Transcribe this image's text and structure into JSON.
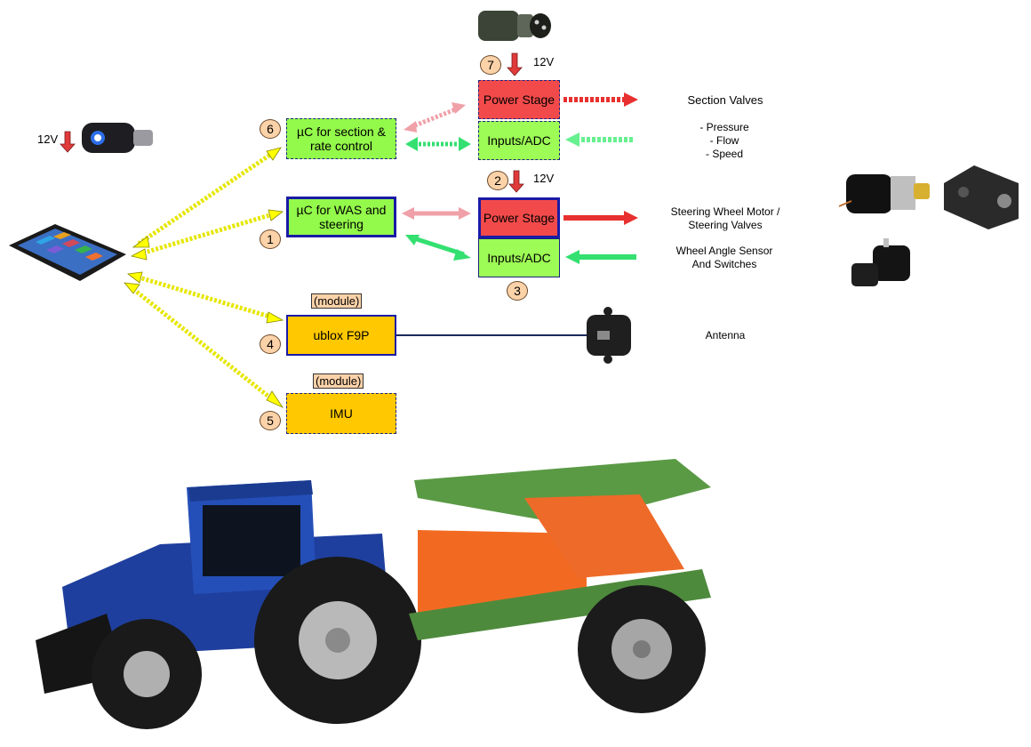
{
  "boxes": {
    "uc_section": "µC for section & rate control",
    "uc_was": "µC for WAS and steering",
    "power_stage_top": "Power Stage",
    "inputs_adc_top": "Inputs/ADC",
    "power_stage_mid": "Power Stage",
    "inputs_adc_mid": "Inputs/ADC",
    "ublox": "ublox F9P",
    "imu": "IMU"
  },
  "badges": {
    "b1": "1",
    "b2": "2",
    "b3": "3",
    "b4": "4",
    "b5": "5",
    "b6": "6",
    "b7": "7"
  },
  "voltages": {
    "v_left": "12V",
    "v_top": "12V",
    "v_mid": "12V"
  },
  "module_tags": {
    "ublox_tag": "(module)",
    "imu_tag": "(module)"
  },
  "outputs": {
    "section_valves": "Section Valves",
    "pressure": "- Pressure",
    "flow": "- Flow",
    "speed": "- Speed",
    "steering_motor_1": "Steering Wheel Motor /",
    "steering_motor_2": "Steering Valves",
    "was_1": "Wheel Angle Sensor",
    "was_2": "And Switches",
    "antenna": "Antenna"
  },
  "colors": {
    "box_border": "#1a1aa6",
    "uc_green": "#93f94a",
    "power_red": "#f24a4a",
    "module_gold": "#ffc800",
    "badge_bg": "#fcd2a9",
    "arrow_yellow": "#ffff00",
    "arrow_green": "#33e070",
    "arrow_pink": "#f0a0a8",
    "arrow_red": "#e83030"
  },
  "icons": {
    "tablet": "tablet-icon",
    "car_charger": "car-charger-icon",
    "connector": "power-connector-icon",
    "motor": "motor-icon",
    "gearbox": "gearbox-icon",
    "angle_sensor": "angle-sensor-icon",
    "gnss_antenna": "antenna-icon",
    "tractor": "tractor-image",
    "sprayer": "sprayer-image"
  }
}
